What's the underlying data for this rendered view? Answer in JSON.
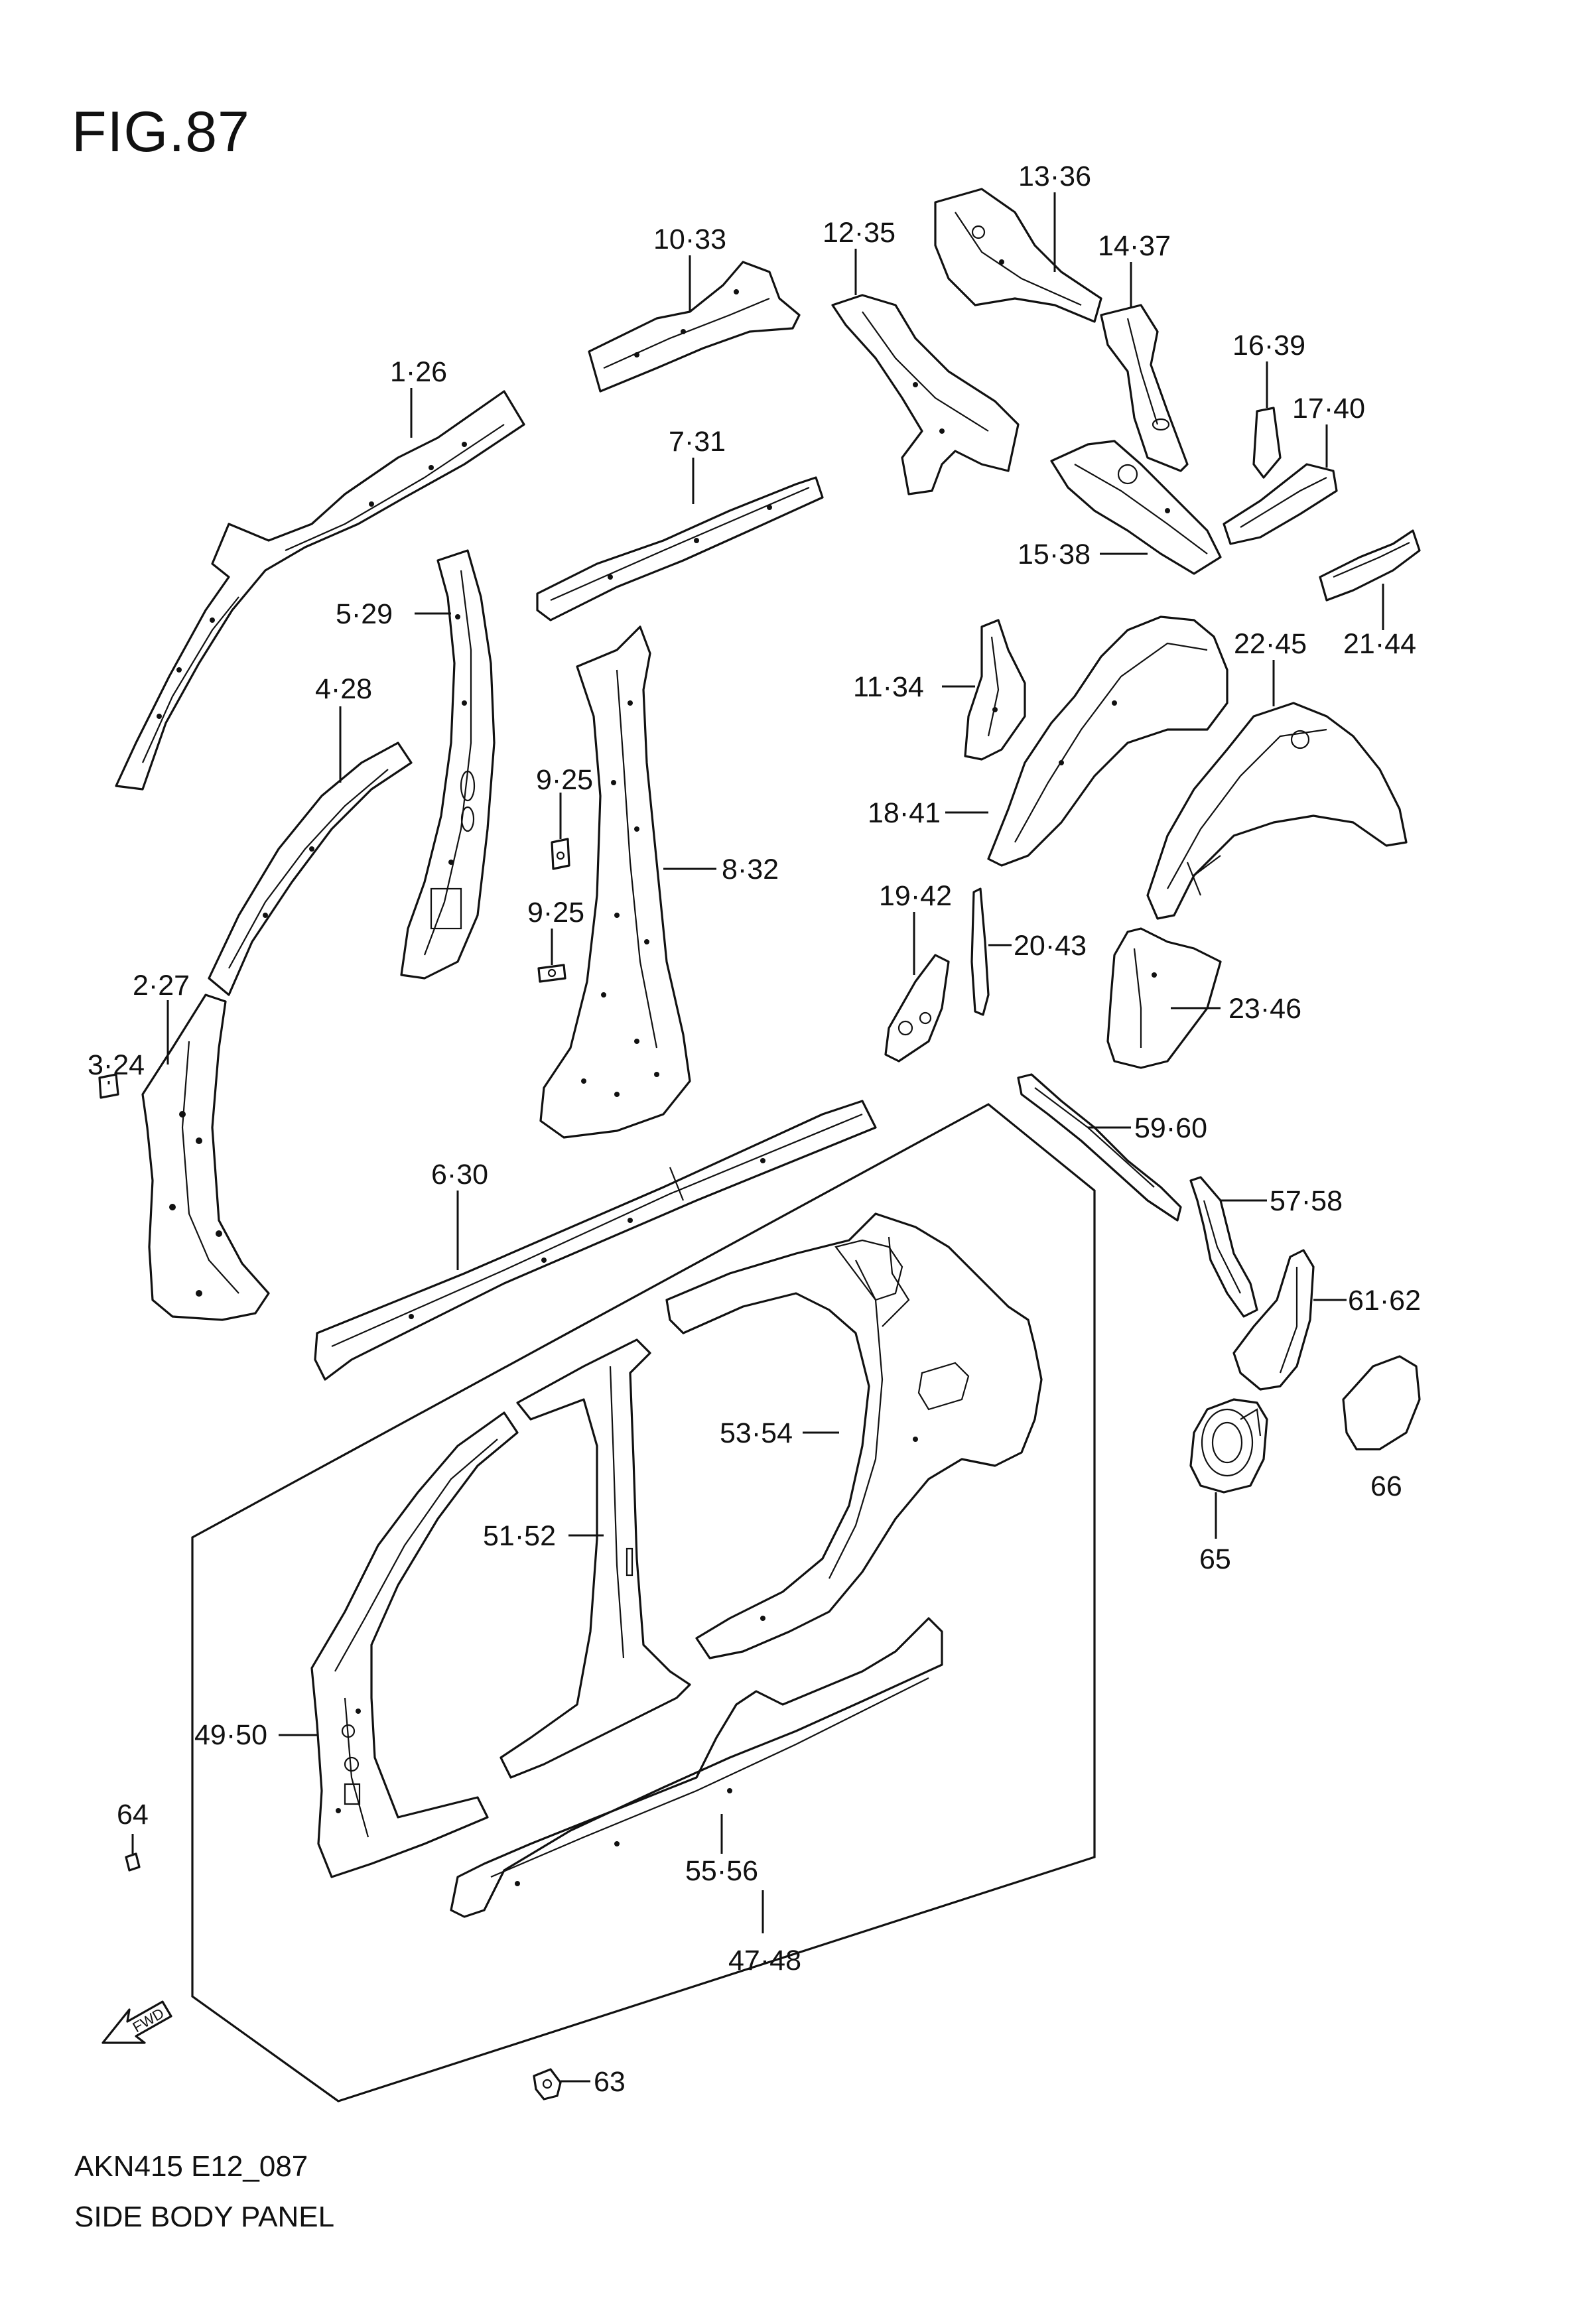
{
  "figure": {
    "title": "FIG.87"
  },
  "footer": {
    "code": "AKN415 E12_087",
    "caption": "SIDE BODY PANEL"
  },
  "fwd_arrow": {
    "label": "FWD"
  },
  "callouts": {
    "c1_26": "1·26",
    "c2_27": "2·27",
    "c3_24": "3·24",
    "c4_28": "4·28",
    "c5_29": "5·29",
    "c6_30": "6·30",
    "c7_31": "7·31",
    "c8_32": "8·32",
    "c9_25a": "9·25",
    "c9_25b": "9·25",
    "c10_33": "10·33",
    "c11_34": "11·34",
    "c12_35": "12·35",
    "c13_36": "13·36",
    "c14_37": "14·37",
    "c15_38": "15·38",
    "c16_39": "16·39",
    "c17_40": "17·40",
    "c18_41": "18·41",
    "c19_42": "19·42",
    "c20_43": "20·43",
    "c21_44": "21·44",
    "c22_45": "22·45",
    "c23_46": "23·46",
    "c47_48": "47·48",
    "c49_50": "49·50",
    "c51_52": "51·52",
    "c53_54": "53·54",
    "c55_56": "55·56",
    "c57_58": "57·58",
    "c59_60": "59·60",
    "c61_62": "61·62",
    "c63": "63",
    "c64": "64",
    "c65": "65",
    "c66": "66"
  }
}
